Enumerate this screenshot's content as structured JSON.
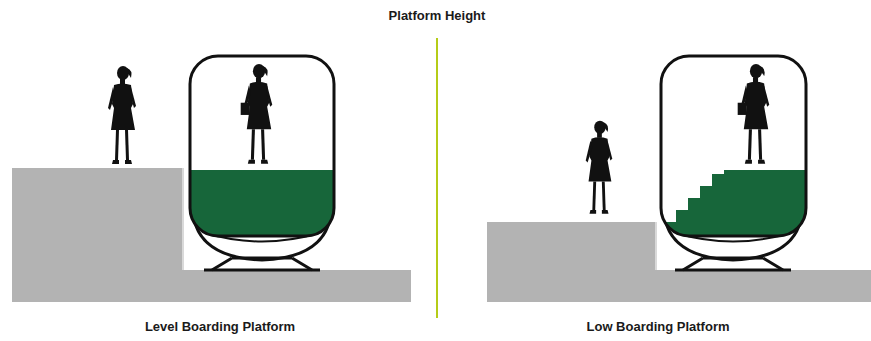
{
  "diagram": {
    "title": "Platform Height",
    "labels": [
      "Level Boarding Platform",
      "Low Boarding Platform"
    ]
  }
}
